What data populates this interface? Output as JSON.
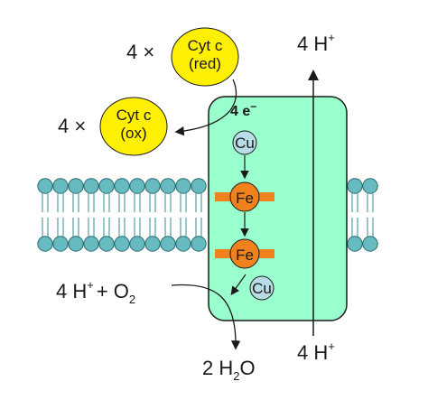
{
  "top_left": {
    "multiplier": "4 ×",
    "cyt_c_red": {
      "line1": "Cyt c",
      "line2": "(red)"
    }
  },
  "mid_left": {
    "multiplier": "4 ×",
    "cyt_c_ox": {
      "line1": "Cyt c",
      "line2": "(ox)"
    }
  },
  "electrons": {
    "count": "4 e",
    "charge": "−"
  },
  "proton_out": {
    "base": "4 H",
    "charge": "+"
  },
  "proton_in": {
    "base": "4 H",
    "charge": "+"
  },
  "cofactors": {
    "cu_a": "Cu",
    "heme_a": "Fe",
    "heme_a3": "Fe",
    "cu_b": "Cu"
  },
  "reactants": {
    "protons": "4 H",
    "protons_charge": "+",
    "plus": "+ O",
    "o2_sub": "2"
  },
  "product": {
    "coef": "2 H",
    "h_sub": "2",
    "o": "O"
  },
  "colors": {
    "cyt_c_fill": "#ffef00",
    "protein_fill": "#99ffcc",
    "lipid_head_fill": "#66bbc0",
    "heme_fill": "#f0821e",
    "cu_fill": "#b9dde6"
  }
}
